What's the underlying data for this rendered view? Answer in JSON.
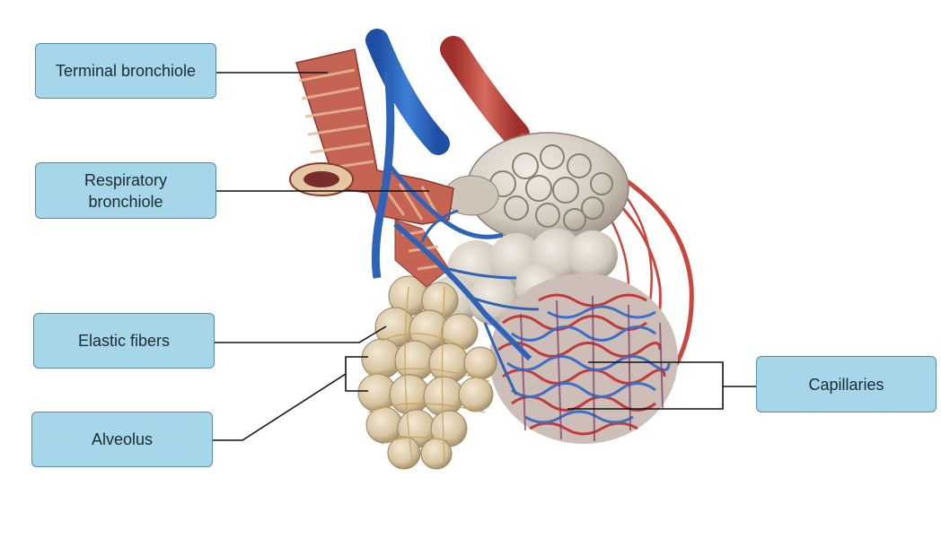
{
  "labels": {
    "terminal_bronchiole": "Terminal bronchiole",
    "respiratory_bronchiole_line1": "Respiratory",
    "respiratory_bronchiole_line2": "bronchiole",
    "elastic_fibers": "Elastic fibers",
    "alveolus": "Alveolus",
    "capillaries": "Capillaries"
  },
  "colors": {
    "label_fill": "#a6d6ea",
    "label_border": "#5b8ba8",
    "vein_blue": "#2e63b8",
    "artery_red": "#c8473e",
    "alveolus_tan": "#d9c6a5",
    "muscle_red": "#c05a45"
  }
}
